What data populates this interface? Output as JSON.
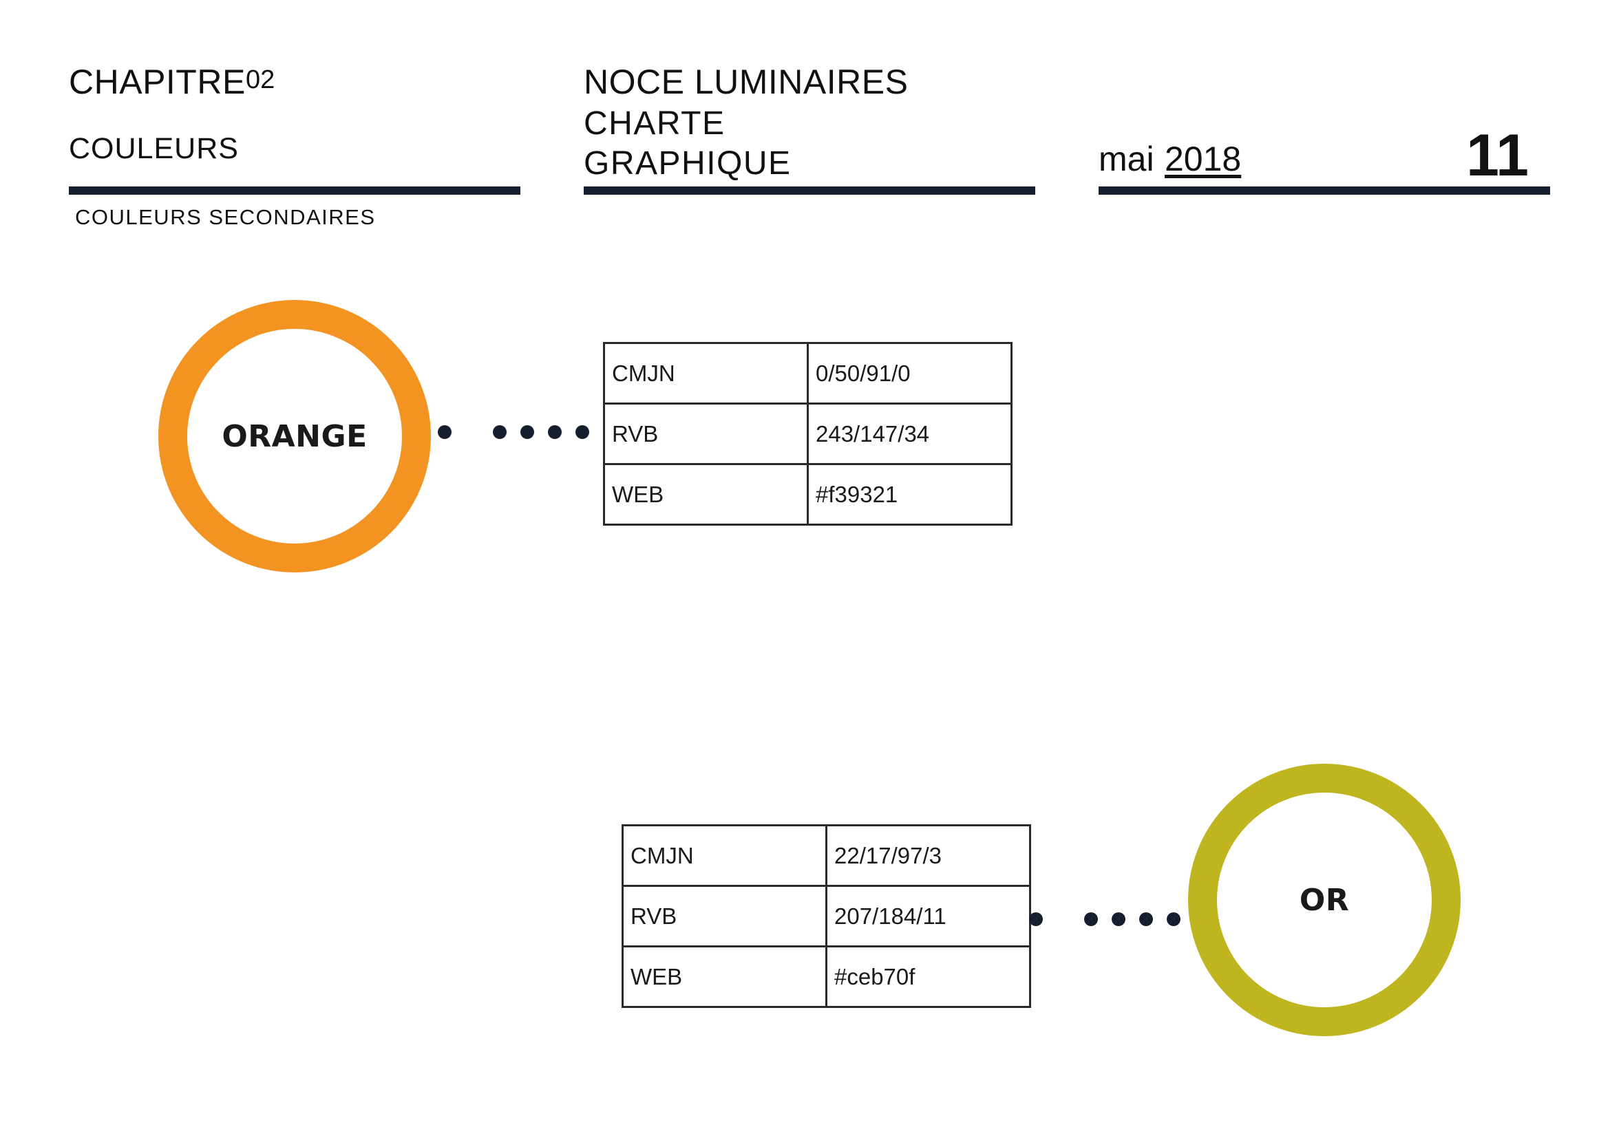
{
  "header": {
    "chapter_label": "CHAPITRE",
    "chapter_number": "02",
    "chapter_title": "COULEURS",
    "brand_line1": "NOCE LUMINAIRES",
    "brand_line2": "CHARTE",
    "brand_line3": "GRAPHIQUE",
    "date_month": "mai",
    "date_year": "2018",
    "page_number": "11"
  },
  "section_label": "COULEURS SECONDAIRES",
  "colors": [
    {
      "name": "ORANGE",
      "ring_color": "#f39321",
      "specs": [
        {
          "key": "CMJN",
          "value": "0/50/91/0"
        },
        {
          "key": "RVB",
          "value": "243/147/34"
        },
        {
          "key": "WEB",
          "value": "#f39321"
        }
      ]
    },
    {
      "name": "OR",
      "ring_color": "#bfb51e",
      "specs": [
        {
          "key": "CMJN",
          "value": "22/17/97/3"
        },
        {
          "key": "RVB",
          "value": "207/184/11"
        },
        {
          "key": "WEB",
          "value": "#ceb70f"
        }
      ]
    }
  ],
  "theme": {
    "rule_color": "#141e2c",
    "dot_color": "#141e2c"
  }
}
